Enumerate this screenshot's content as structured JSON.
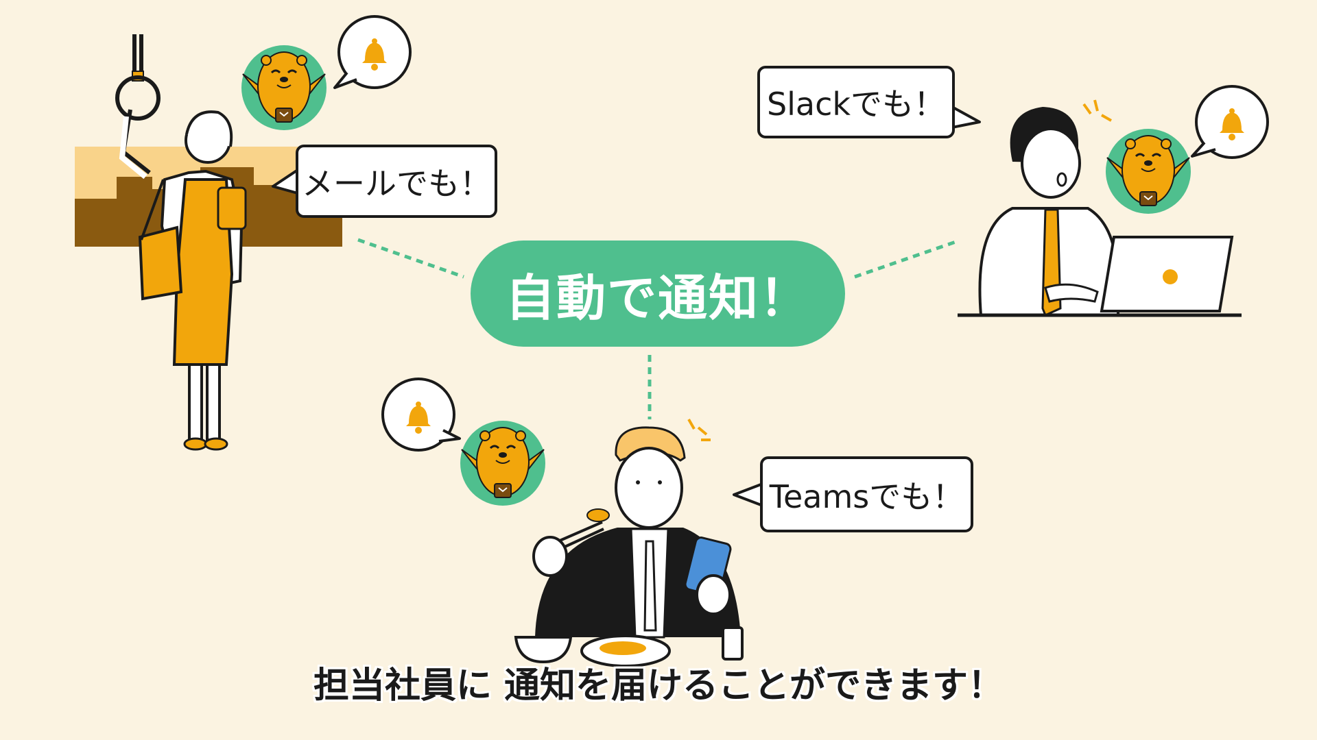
{
  "center_label": "自動で通知！",
  "bubbles": {
    "mail": "メールでも！",
    "slack": "Slackでも！",
    "teams": "Teamsでも！"
  },
  "subtitle": "担当社員に 通知を届けることができます！",
  "colors": {
    "background": "#fbf3e1",
    "accent_green": "#4fbf8e",
    "accent_orange": "#f2a60c",
    "ink": "#1a1a1a",
    "phone_blue": "#4b90d8"
  },
  "icons": [
    "bell-icon",
    "mascot-otter-icon",
    "laptop-icon"
  ]
}
